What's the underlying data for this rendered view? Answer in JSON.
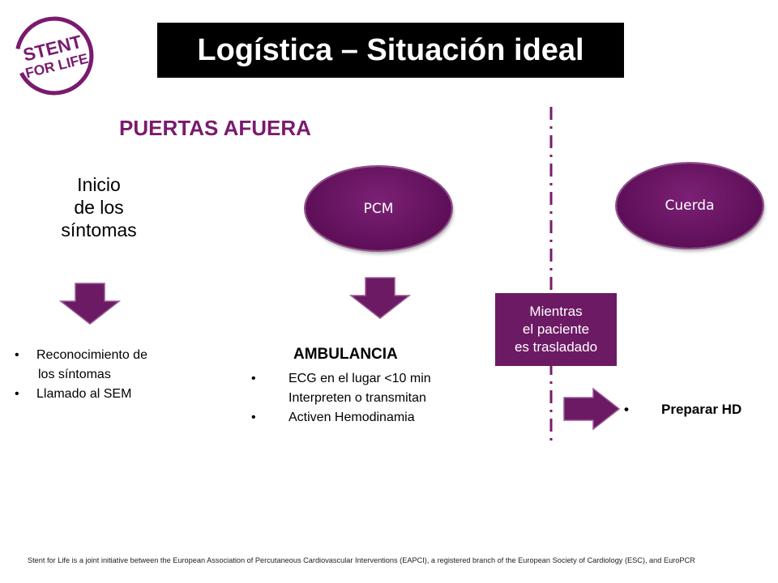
{
  "logo": {
    "line1": "STENT",
    "line2": "FOR LIFE",
    "color": "#7a1a6e"
  },
  "title": "Logística – Situación ideal",
  "section_heading": "PUERTAS AFUERA",
  "inicio": {
    "line1": "Inicio",
    "line2": "de los",
    "line3": "síntomas"
  },
  "pcm_label": "PCM",
  "cuerda_label": "Cuerda",
  "mientras": {
    "line1": "Mientras",
    "line2": "el paciente",
    "line3": "es trasladado"
  },
  "left_list": {
    "items": [
      {
        "line1": "Reconocimiento de",
        "line2": "los síntomas"
      },
      {
        "line1": "Llamado al SEM"
      }
    ]
  },
  "ambulancia": {
    "heading": "AMBULANCIA",
    "items": [
      {
        "line1": "ECG en el lugar <10 min",
        "line2": "Interpreten o transmitan"
      },
      {
        "line1": "Activen Hemodinamia"
      }
    ]
  },
  "right_list": {
    "items": [
      "Preparar HD"
    ]
  },
  "bullet_char": "•",
  "colors": {
    "purple": "#7a1a6e",
    "ellipse": "#5e0f58",
    "box": "#6c1a64",
    "title_bg": "#000000"
  },
  "footer": "Stent for Life is a joint initiative between the European Association of Percutaneous Cardiovascular Interventions (EAPCI), a registered branch of the European Society of Cardiology (ESC), and EuroPCR"
}
